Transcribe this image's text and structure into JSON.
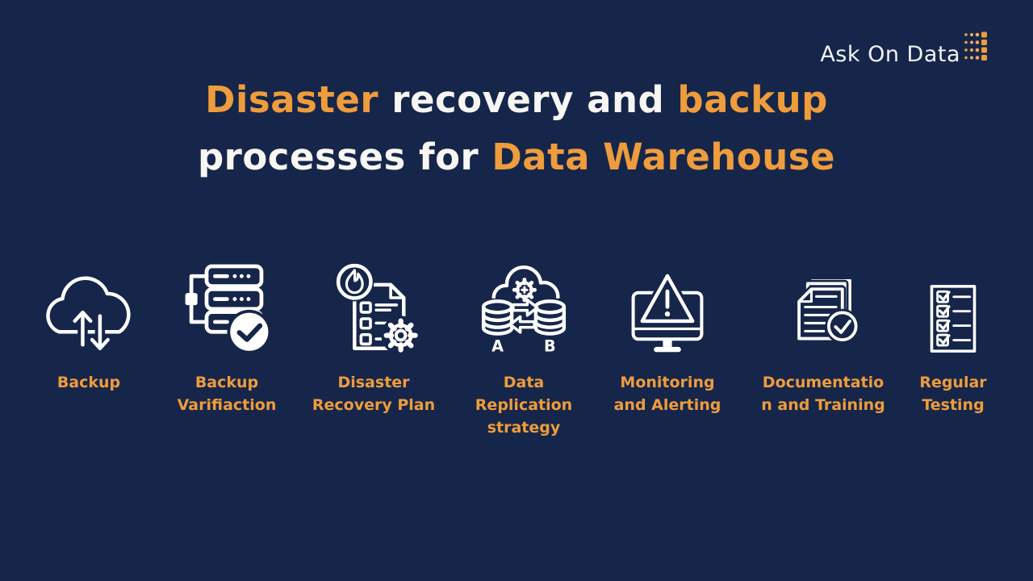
{
  "colors": {
    "background": "#16264A",
    "accent_orange": "#EE9C3C",
    "title_white": "#F7F6F3",
    "icon_white": "#FFFFFF"
  },
  "brand": {
    "name": "Ask On Data",
    "mark": "dot-grid",
    "mark_color": "#EE9C3C"
  },
  "title": {
    "line1": [
      {
        "text": "Disaster ",
        "color": "accent"
      },
      {
        "text": "recovery and ",
        "color": "base"
      },
      {
        "text": "backup",
        "color": "accent"
      }
    ],
    "line2": [
      {
        "text": "processes for ",
        "color": "base"
      },
      {
        "text": "Data Warehouse",
        "color": "accent"
      }
    ]
  },
  "steps": [
    {
      "id": "backup",
      "icon": "cloud-upload-download-icon",
      "label": [
        "Backup"
      ]
    },
    {
      "id": "backup-verification",
      "icon": "server-stack-check-icon",
      "label": [
        "Backup",
        "Varifiaction"
      ]
    },
    {
      "id": "disaster-recovery-plan",
      "icon": "fire-document-gear-icon",
      "label": [
        "Disaster",
        "Recovery Plan"
      ]
    },
    {
      "id": "data-replication-strategy",
      "icon": "cloud-gear-database-sync-icon",
      "label": [
        "Data",
        "Replication",
        "strategy"
      ],
      "db_labels": {
        "a": "A",
        "b": "B"
      }
    },
    {
      "id": "monitoring-alerting",
      "icon": "monitor-warning-icon",
      "label": [
        "Monitoring",
        "and Alerting"
      ]
    },
    {
      "id": "documentation-training",
      "icon": "documents-check-icon",
      "label": [
        "Documentatio",
        "n and Training"
      ]
    },
    {
      "id": "regular-testing",
      "icon": "checklist-icon",
      "label": [
        "Regular",
        "Testing"
      ]
    }
  ]
}
